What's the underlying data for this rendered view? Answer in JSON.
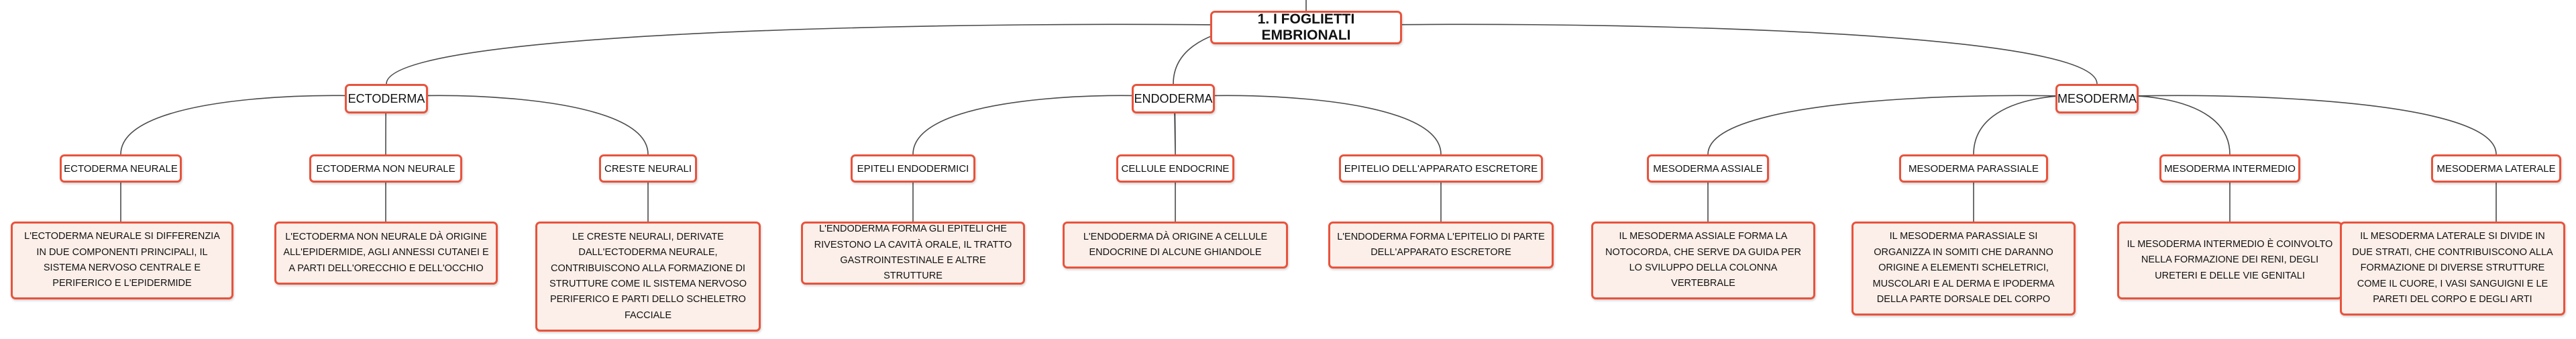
{
  "map": {
    "root": "1. I FOGLIETTI EMBRIONALI",
    "ecto": "ECTODERMA",
    "endo": "ENDODERMA",
    "meso": "MESODERMA",
    "ecto_neurale": "ECTODERMA NEURALE",
    "ecto_non_neurale": "ECTODERMA NON NEURALE",
    "creste_neurali": "CRESTE NEURALI",
    "epiteli_endo": "EPITELI ENDODERMICI",
    "cellule_endocrine": "CELLULE ENDOCRINE",
    "epitelio_escretore": "EPITELIO DELL'APPARATO ESCRETORE",
    "meso_assiale": "MESODERMA ASSIALE",
    "meso_parassiale": "MESODERMA PARASSIALE",
    "meso_intermedio": "MESODERMA INTERMEDIO",
    "meso_laterale": "MESODERMA LATERALE",
    "desc_ecto_neurale": "L'ECTODERMA NEURALE SI DIFFERENZIA IN DUE COMPONENTI PRINCIPALI, IL SISTEMA NERVOSO CENTRALE E PERIFERICO E L'EPIDERMIDE",
    "desc_ecto_non_neurale": "L'ECTODERMA NON NEURALE DÀ ORIGINE ALL'EPIDERMIDE, AGLI ANNESSI CUTANEI E A PARTI DELL'ORECCHIO E DELL'OCCHIO",
    "desc_creste_neurali": "LE CRESTE NEURALI, DERIVATE DALL'ECTODERMA NEURALE, CONTRIBUISCONO ALLA FORMAZIONE DI STRUTTURE COME IL SISTEMA NERVOSO PERIFERICO E PARTI DELLO SCHELETRO FACCIALE",
    "desc_epiteli_endo": "L'ENDODERMA FORMA GLI EPITELI CHE RIVESTONO LA CAVITÀ ORALE, IL TRATTO GASTROINTESTINALE E ALTRE STRUTTURE",
    "desc_cellule_endocrine": "L'ENDODERMA DÀ ORIGINE A CELLULE ENDOCRINE DI ALCUNE GHIANDOLE",
    "desc_epitelio_escretore": "L'ENDODERMA FORMA L'EPITELIO DI PARTE DELL'APPARATO ESCRETORE",
    "desc_meso_assiale": "IL MESODERMA ASSIALE FORMA LA NOTOCORDA, CHE SERVE DA GUIDA PER LO SVILUPPO DELLA COLONNA VERTEBRALE",
    "desc_meso_parassiale": "IL MESODERMA PARASSIALE SI ORGANIZZA IN SOMITI CHE DARANNO ORIGINE A ELEMENTI SCHELETRICI, MUSCOLARI E AL DERMA E IPODERMA DELLA PARTE DORSALE DEL CORPO",
    "desc_meso_intermedio": "IL MESODERMA INTERMEDIO È COINVOLTO NELLA FORMAZIONE DEI RENI, DEGLI URETERI E DELLE VIE GENITALI",
    "desc_meso_laterale": "IL MESODERMA LATERALE SI DIVIDE IN DUE STRATI, CHE CONTRIBUISCONO ALLA FORMAZIONE DI DIVERSE STRUTTURE COME IL CUORE, I VASI SANGUIGNI E LE PARETI DEL CORPO E DEGLI ARTI"
  },
  "style": {
    "border_color": "#e8533c",
    "leaf_fill": "#fcefe9",
    "line_color": "#4a4a4a"
  }
}
